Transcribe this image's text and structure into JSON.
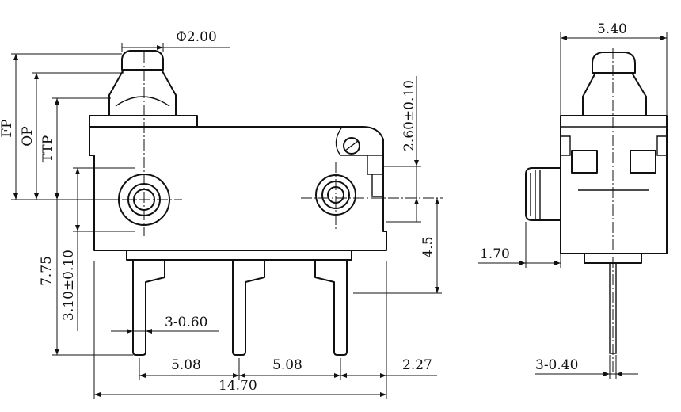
{
  "front_view": {
    "actuator_diameter": "Φ2.00",
    "fp_label": "FP",
    "op_label": "OP",
    "ttp_label": "TTP",
    "height_7_75": "7.75",
    "hole_height": "3.10±0.10",
    "right_hole_offset": "2.60±0.10",
    "terminal_height": "4.5",
    "terminal_width": "3-0.60",
    "pitch_1": "5.08",
    "pitch_2": "5.08",
    "edge_offset": "2.27",
    "overall_length": "14.70"
  },
  "side_view": {
    "body_width": "5.40",
    "side_offset": "1.70",
    "terminal_thickness": "3-0.40"
  }
}
